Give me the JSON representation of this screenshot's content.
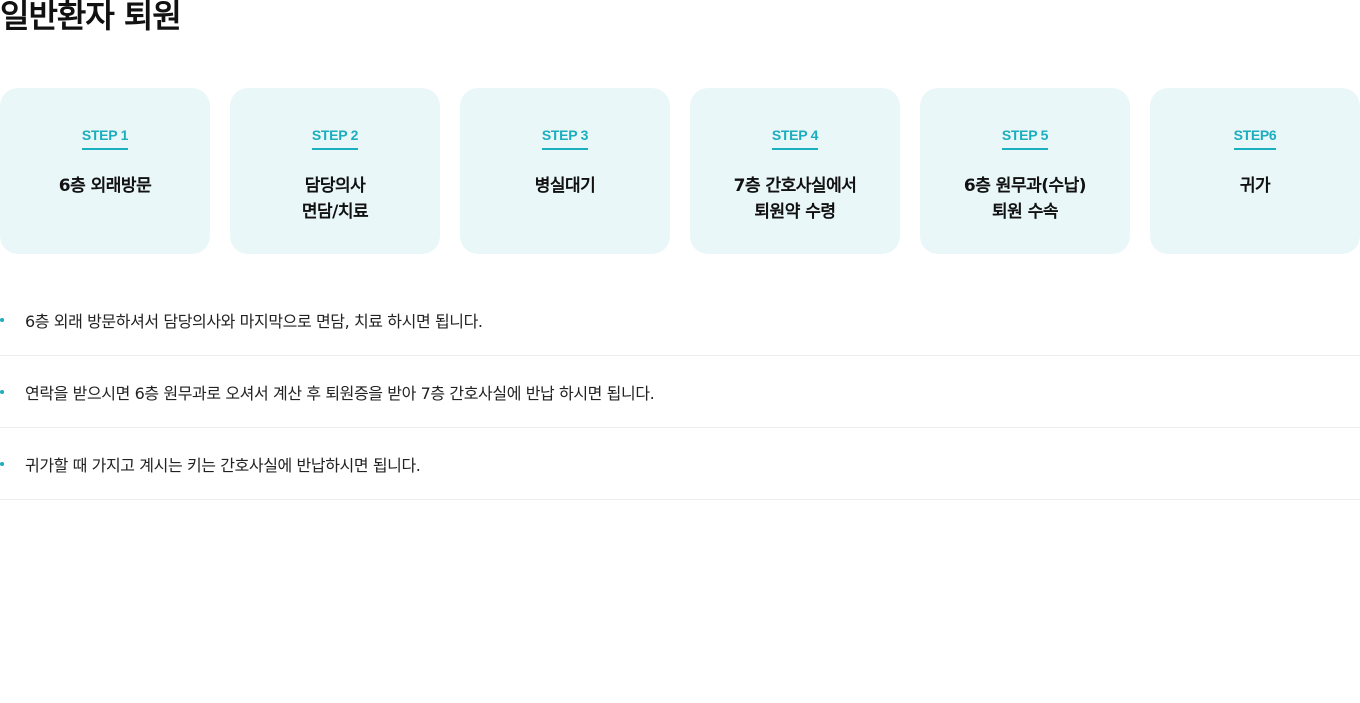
{
  "page": {
    "title": "일반환자 퇴원"
  },
  "steps": [
    {
      "label": "STEP 1",
      "title": "6층 외래방문"
    },
    {
      "label": "STEP 2",
      "title": "담당의사\n면담/치료"
    },
    {
      "label": "STEP 3",
      "title": "병실대기"
    },
    {
      "label": "STEP 4",
      "title": "7층 간호사실에서\n퇴원약 수령"
    },
    {
      "label": "STEP 5",
      "title": "6층 원무과(수납)\n퇴원 수속"
    },
    {
      "label": "STEP6",
      "title": "귀가"
    }
  ],
  "notes": [
    "6층 외래 방문하셔서 담당의사와 마지막으로 면담, 치료 하시면 됩니다.",
    "연락을 받으시면 6층 원무과로 오셔서 계산 후 퇴원증을 받아 7층 간호사실에 반납 하시면 됩니다.",
    "귀가할 때 가지고 계시는 키는 간호사실에 반납하시면 됩니다."
  ],
  "colors": {
    "accent": "#1aaebf",
    "card_background": "#eaf7f9",
    "divider": "#eeeeee"
  }
}
